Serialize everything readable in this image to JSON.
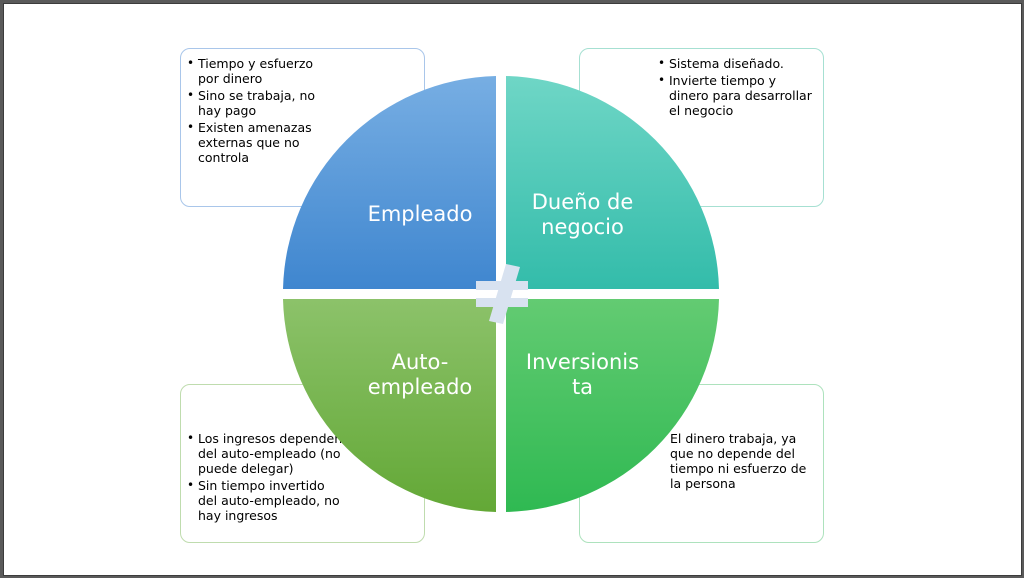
{
  "quadrants": {
    "top_left": {
      "label": "Empleado"
    },
    "top_right": {
      "label_line1": "Dueño de",
      "label_line2": "negocio"
    },
    "bottom_left": {
      "label_line1": "Auto-",
      "label_line2": "empleado"
    },
    "bottom_right": {
      "label_line1": "Inversionis",
      "label_line2": "ta"
    }
  },
  "boxes": {
    "top_left": {
      "bullets": [
        "Tiempo y esfuerzo por dinero",
        "Sino se trabaja, no hay pago",
        "Existen amenazas externas que no controla"
      ]
    },
    "top_right": {
      "bullets": [
        "Sistema diseñado.",
        "Invierte tiempo y dinero para desarrollar el negocio"
      ]
    },
    "bottom_left": {
      "bullets": [
        "Los ingresos dependen del auto-empleado (no puede delegar)",
        "Sin tiempo invertido del auto-empleado, no hay ingresos"
      ]
    },
    "bottom_right": {
      "text": "El dinero trabaja, ya que no depende del tiempo ni esfuerzo de la persona"
    }
  },
  "center_symbol": "≠",
  "colors": {
    "blue": "#4a8fd6",
    "teal": "#45c9b7",
    "olive_green": "#7ab648",
    "green": "#3fbf5f",
    "symbol": "#d8e2f0"
  }
}
